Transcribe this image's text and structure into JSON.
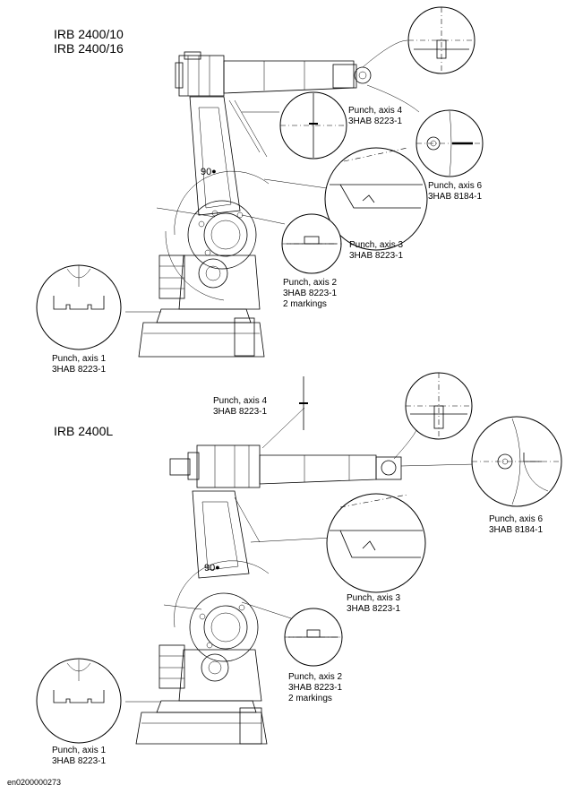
{
  "top_section": {
    "models": [
      "IRB 2400/10",
      "IRB 2400/16"
    ],
    "angle": "90",
    "callouts": {
      "axis4": {
        "title": "Punch, axis 4",
        "part": "3HAB 8223-1"
      },
      "axis6": {
        "title": "Punch, axis 6",
        "part": "3HAB 8184-1"
      },
      "axis3": {
        "title": "Punch, axis 3",
        "part": "3HAB 8223-1"
      },
      "axis2": {
        "title": "Punch, axis 2",
        "part": "3HAB 8223-1",
        "note": "2 markings"
      },
      "axis1": {
        "title": "Punch, axis 1",
        "part": "3HAB 8223-1"
      }
    }
  },
  "bottom_section": {
    "model": "IRB 2400L",
    "angle": "90",
    "callouts": {
      "axis4": {
        "title": "Punch, axis 4",
        "part": "3HAB 8223-1"
      },
      "axis6": {
        "title": "Punch, axis 6",
        "part": "3HAB 8184-1"
      },
      "axis3": {
        "title": "Punch, axis 3",
        "part": "3HAB 8223-1"
      },
      "axis2": {
        "title": "Punch, axis 2",
        "part": "3HAB 8223-1",
        "note": "2 markings"
      },
      "axis1": {
        "title": "Punch, axis 1",
        "part": "3HAB 8223-1"
      }
    }
  },
  "figure_id": "en0200000273"
}
